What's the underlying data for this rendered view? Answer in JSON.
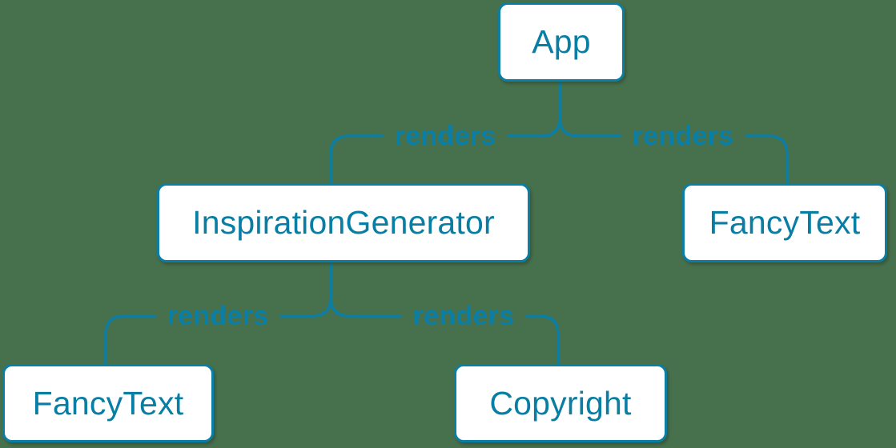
{
  "diagram": {
    "type": "component-render-tree",
    "colors": {
      "background": "#47704d",
      "accent_blue": "#0a7ea4",
      "node_text_blue": "#087ea4",
      "node_fill": "#ffffff"
    },
    "nodes": [
      {
        "id": "app",
        "label": "App"
      },
      {
        "id": "inspiration-generator",
        "label": "InspirationGenerator"
      },
      {
        "id": "fancy-text-right",
        "label": "FancyText"
      },
      {
        "id": "fancy-text-left",
        "label": "FancyText"
      },
      {
        "id": "copyright",
        "label": "Copyright"
      }
    ],
    "edges": [
      {
        "from": "App",
        "to": "InspirationGenerator",
        "label": "renders"
      },
      {
        "from": "App",
        "to": "FancyText",
        "label": "renders"
      },
      {
        "from": "InspirationGenerator",
        "to": "FancyText",
        "label": "renders"
      },
      {
        "from": "InspirationGenerator",
        "to": "Copyright",
        "label": "renders"
      }
    ]
  }
}
